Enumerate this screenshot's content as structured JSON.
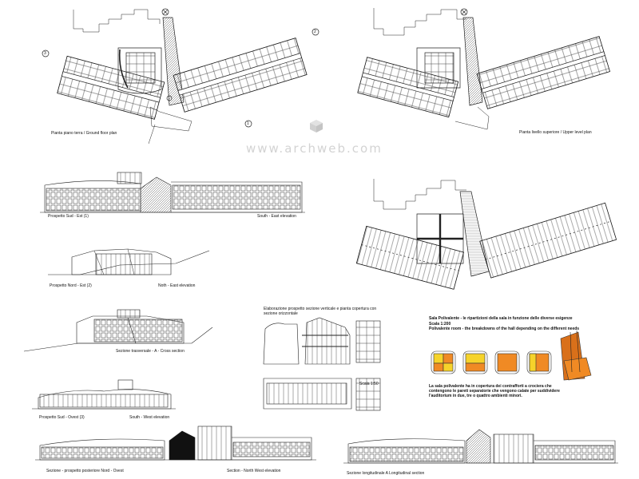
{
  "watermark": {
    "text": "www.archweb.com",
    "logo": "archweb-cube-logo"
  },
  "plans": {
    "ground_caption": "Pianta piano terra  /  Ground floor plan",
    "upper_caption": "Pianta livello superiore  /  Upper level plan",
    "axis_markers": [
      "1",
      "2",
      "3"
    ]
  },
  "elevations": {
    "south_east_it": "Prospetto Sud - Est (1)",
    "south_east_en": "South - East elevation",
    "north_east_it": "Prospetto Nord - Est (2)",
    "north_east_en": "Noth - East elevation",
    "cross_section": "Sezione trasversale  -  A  -  Cross section",
    "south_west_it": "Prospetto Sud - Ovest  (3)",
    "south_west_en": "South - West elevation",
    "north_west_it": "Sezione - prospetto posteriore Nord - Ovest",
    "north_west_en": "Section - North West elevation",
    "longitudinal": "Sezione longitudinale  A  Longitudinal section"
  },
  "detail": {
    "title": "Elaborazione prospetto sezione verticale e pianta copertura con sezione orizzontale",
    "scale": "Scala 1:50"
  },
  "hall": {
    "title_it": "Sala Polivalente - le ripartizioni della sala in funzione delle diverse esigenze",
    "scale": "Scala 1:200",
    "title_en": "Polivalente room - the breakdowns of the hall depending on the different needs",
    "note": "La sala polivalente ha in copertura dei contrafforti a crociera che contengono le pareti separatorie che vengono calate per suddividere l'auditorium in due, tre o quattro ambienti minori.",
    "colors": {
      "orange": "#f08a24",
      "yellow": "#f6d32a",
      "dark_orange": "#d9701a"
    }
  }
}
